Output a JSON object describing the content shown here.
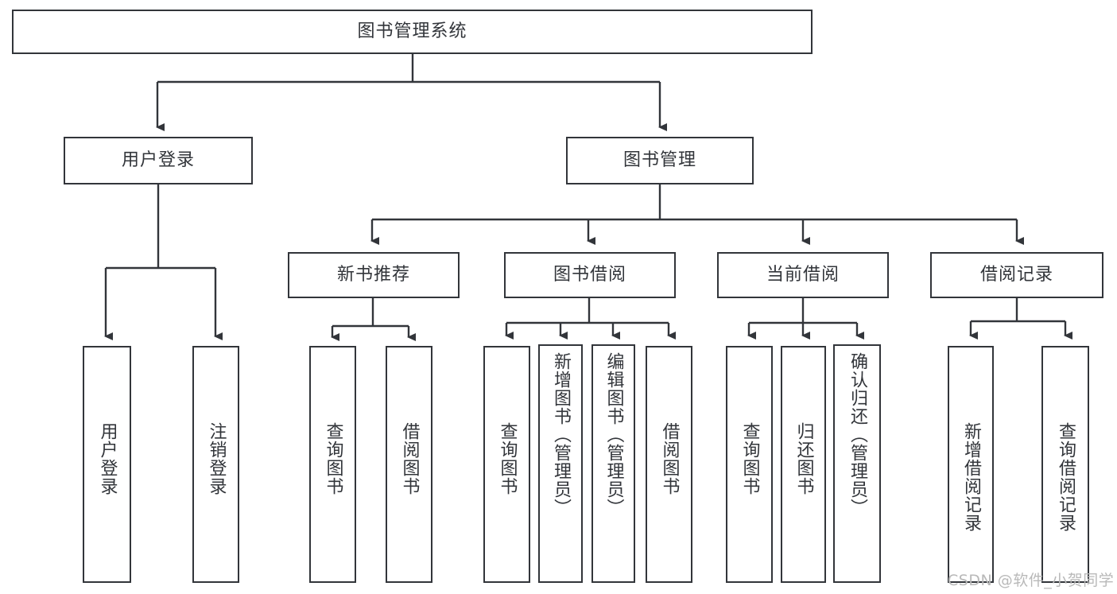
{
  "diagram": {
    "type": "tree",
    "title": "图书管理系统",
    "root": {
      "label": "图书管理系统"
    },
    "level1": [
      {
        "label": "用户登录"
      },
      {
        "label": "图书管理"
      }
    ],
    "level2": [
      {
        "label": "新书推荐",
        "parent": "图书管理"
      },
      {
        "label": "图书借阅",
        "parent": "图书管理"
      },
      {
        "label": "当前借阅",
        "parent": "图书管理"
      },
      {
        "label": "借阅记录",
        "parent": "图书管理"
      }
    ],
    "leaves": [
      {
        "label": "用户登录",
        "parent": "用户登录"
      },
      {
        "label": "注销登录",
        "parent": "用户登录"
      },
      {
        "label": "查询图书",
        "parent": "新书推荐"
      },
      {
        "label": "借阅图书",
        "parent": "新书推荐"
      },
      {
        "label": "查询图书",
        "parent": "图书借阅"
      },
      {
        "label": "新增图书（管理员）",
        "parent": "图书借阅"
      },
      {
        "label": "编辑图书（管理员）",
        "parent": "图书借阅"
      },
      {
        "label": "借阅图书",
        "parent": "图书借阅"
      },
      {
        "label": "查询图书",
        "parent": "当前借阅"
      },
      {
        "label": "归还图书",
        "parent": "当前借阅"
      },
      {
        "label": "确认归还（管理员）",
        "parent": "当前借阅"
      },
      {
        "label": "新增借阅记录",
        "parent": "借阅记录"
      },
      {
        "label": "查询借阅记录",
        "parent": "借阅记录"
      }
    ]
  },
  "watermark": {
    "text": "CSDN @软件_小贺同学"
  },
  "colors": {
    "stroke": "#32353a",
    "box_fill": "#ffffff",
    "text": "#32353a",
    "watermark": "#b9b9b9",
    "background": "#ffffff"
  }
}
